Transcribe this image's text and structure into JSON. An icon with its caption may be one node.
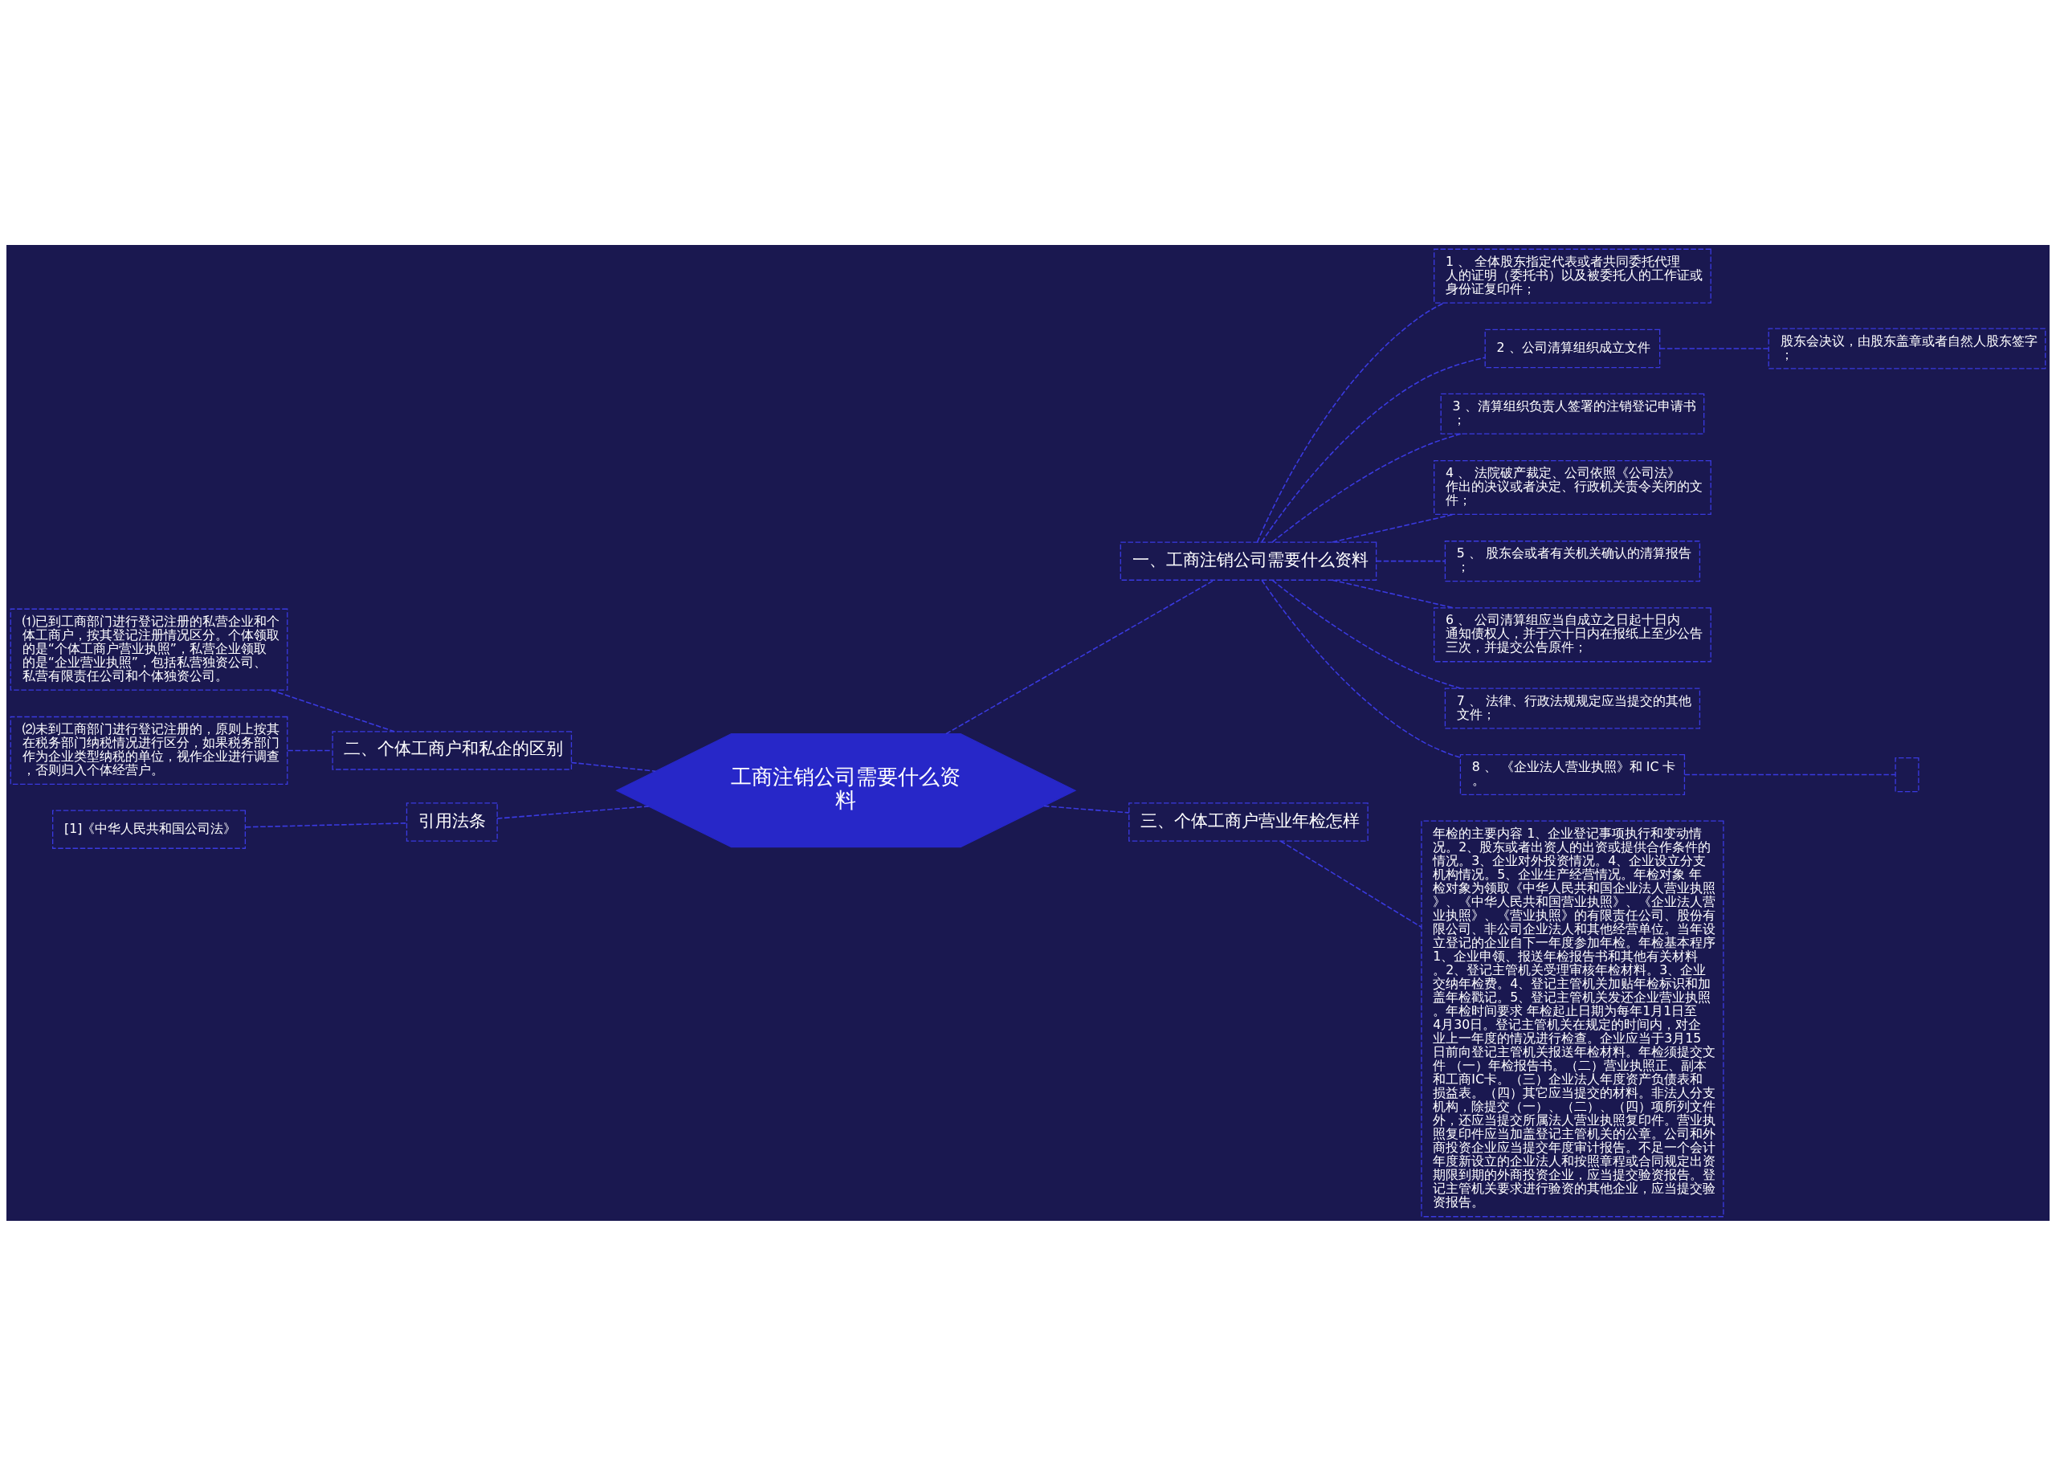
{
  "diagram": {
    "nodes": [
      {
        "text": [
          "工商注销公司需要什么资料"
        ]
      },
      {
        "text": [
          "一、工商注销公司需要什么资料"
        ]
      },
      {
        "text": [
          "1 、 全体股东指定代表或者共同委托代理人的证明（委托书）以及被委托人的工作证或身份证复印件；"
        ]
      },
      {
        "text": [
          "2 、公司清算组织成立文件"
        ]
      },
      {
        "text": [
          "3 、清算组织负责人签署的注销登记申请书；"
        ]
      },
      {
        "text": [
          "4 、 法院破产裁定、公司依照《公司法》作出的决议或者决定、行政机关责令关闭的文件；"
        ]
      },
      {
        "text": [
          "5 、 股东会或者有关机关确认的清算报告；"
        ]
      },
      {
        "text": [
          "6 、 公司清算组应当自成立之日起十日内通知债权人，并于六十日内在报纸上至少公告三次，并提交公告原件；"
        ]
      },
      {
        "text": [
          "7 、 法律、行政法规规定应当提交的其他文件；"
        ]
      },
      {
        "text": [
          "8 、 《企业法人营业执照》和 IC 卡。"
        ]
      },
      {
        "text": [
          "股东会决议，由股东盖章或者自然人股东签字；"
        ]
      },
      {
        "text": [],
        "shape": "box"
      },
      {
        "text": [
          "三、个体工商户营业年检怎样"
        ]
      },
      {
        "text": [
          "年检的主要内容 1、企业登记事项执行和变动情况。2、股东或者出资人的出资或提供合作条件的情况。3、企业对外投资情况。4、企业设立分支机构情况。5、企业生产经营情况。年检对象 年检对象为领取《中华人民共和国企业法人营业执照》、《中华人民共和国营业执照》、《企业法人营业执照》、《营业执照》的有限责任公司、股份有限公司、非公司企业法人和其他经营单位。当年设立登记的企业自下一年度参加年检。年检基本程序 1、企业申领、报送年检报告书和其他有关材料。2、登记主管机关受理审核年检材料。3、企业交纳年检费。4、登记主管机关加贴年检标识和加盖年检戳记。5、登记主管机关发还企业营业执照。年检时间要求 年检起止日期为每年1月1日至4月30日。登记主管机关在规定的时间内，对企业上一年度的情况进行检查。企业应当于3月15日前向登记主管机关报送年检材料。年检须提交文件 （一）年检报告书。（二）营业执照正、副本和工商IC卡。（三）企业法人年度资产负债表和损益表。（四）其它应当提交的材料。非法人分支机构，除提交（一）、（二）、（四）项所列文件外，还应当提交所属法人营业执照复印件。营业执照复印件应当加盖登记主管机关的公章。公司和外商投资企业应当提交年度审计报告。不足一个会计年度新设立的企业法人和按照章程或合同规定出资期限到期的外商投资企业，应当提交验资报告。登记主管机关要求进行验资的其他企业，应当提交验资报告。"
        ]
      },
      {
        "text": [
          "二、个体工商户和私企的区别"
        ]
      },
      {
        "text": [
          "⑴已到工商部门进行登记注册的私营企业和个体工商户，按其登记注册情况区分。个体领取的是“个体工商户营业执照”，私营企业领取的是“企业营业执照”，包括私营独资公司、私营有限责任公司和个体独资公司。"
        ]
      },
      {
        "text": [
          "⑵未到工商部门进行登记注册的，原则上按其在税务部门纳税情况进行区分，如果税务部门作为企业类型纳税的单位，视作企业进行调查，否则归入个体经营户。"
        ]
      },
      {
        "text": [
          "引用法条"
        ]
      },
      {
        "text": [
          "[1]《中华人民共和国公司法》"
        ]
      }
    ],
    "edges": [
      {
        "from": 0,
        "to": 1,
        "arrow": "none"
      },
      {
        "from": 1,
        "to": 2,
        "arrow": "none"
      },
      {
        "from": 1,
        "to": 3,
        "arrow": "none"
      },
      {
        "from": 1,
        "to": 4,
        "arrow": "none"
      },
      {
        "from": 1,
        "to": 5,
        "arrow": "none"
      },
      {
        "from": 1,
        "to": 6,
        "arrow": "none"
      },
      {
        "from": 1,
        "to": 7,
        "arrow": "none"
      },
      {
        "from": 1,
        "to": 8,
        "arrow": "none"
      },
      {
        "from": 1,
        "to": 9,
        "arrow": "none"
      },
      {
        "from": 3,
        "to": 10,
        "arrow": "none"
      },
      {
        "from": 9,
        "to": 11,
        "arrow": "none"
      },
      {
        "from": 0,
        "to": 12,
        "arrow": "none"
      },
      {
        "from": 12,
        "to": 13,
        "arrow": "none"
      },
      {
        "from": 0,
        "to": 14,
        "arrow": "none"
      },
      {
        "from": 14,
        "to": 15,
        "arrow": "none"
      },
      {
        "from": 14,
        "to": 16,
        "arrow": "none"
      },
      {
        "from": 0,
        "to": 17,
        "arrow": "none"
      },
      {
        "from": 17,
        "to": 18,
        "arrow": "none"
      }
    ]
  }
}
